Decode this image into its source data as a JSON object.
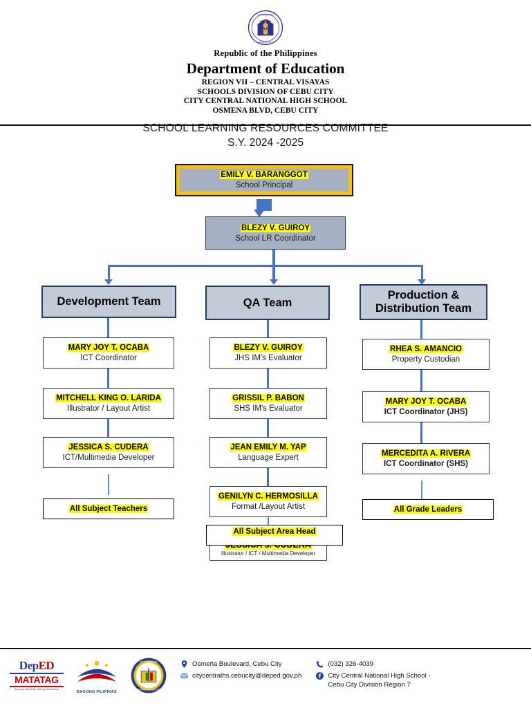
{
  "letterhead": {
    "seal_icon": "deped-seal-icon",
    "republic": "Republic of the Philippines",
    "department": "Department of Education",
    "line1": "REGION VII – CENTRAL VISAYAS",
    "line2": "SCHOOLS DIVISION OF CEBU CITY",
    "line3": "CITY CENTRAL NATIONAL HIGH SCHOOL",
    "line4": "OSMENA BLVD, CEBU CITY"
  },
  "chart_title": "SCHOOL LEARNING RESOURCES COMMITTEE",
  "school_year": "S.Y. 2024 -2025",
  "org": {
    "principal": {
      "name": "EMILY V. BARANGGOT",
      "role": "School Principal"
    },
    "lr_coordinator": {
      "name": "BLEZY V. GUIROY",
      "role": "School LR Coordinator"
    },
    "teams": [
      {
        "header": "Development Team",
        "members": [
          {
            "name": "MARY JOY T. OCABA",
            "role": "ICT Coordinator"
          },
          {
            "name": "MITCHELL KING O. LARIDA",
            "role": "Illustrator / Layout Artist"
          },
          {
            "name": "JESSICA S. CUDERA",
            "role": "ICT/Multimedia Developer"
          }
        ],
        "footer_box": "All Subject Teachers"
      },
      {
        "header": "QA Team",
        "members": [
          {
            "name": "BLEZY V. GUIROY",
            "role": "JHS IM's Evaluator"
          },
          {
            "name": "GRISSIL P. BABON",
            "role": "SHS IM's Evaluator"
          },
          {
            "name": "JEAN EMILY M. YAP",
            "role": "Language Expert"
          },
          {
            "name": "GENILYN C. HERMOSILLA",
            "role": "Format /Layout Artist"
          }
        ],
        "footer_box": "All Subject Area Head",
        "extra_box": {
          "name": "JESSICA s. CUDERA",
          "role": "Illustrator / ICT / Multimedia Developer"
        }
      },
      {
        "header": "Production & Distribution Team",
        "header_line1": "Production &",
        "header_line2": "Distribution Team",
        "members": [
          {
            "name": "RHEA S. AMANCIO",
            "role": "Property Custodian"
          },
          {
            "name": "MARY JOY T. OCABA",
            "role": "ICT Coordinator (JHS)"
          },
          {
            "name": "MERCEDITA A. RIVERA",
            "role": "ICT Coordinator (SHS)"
          }
        ],
        "footer_box": "All Grade Leaders"
      }
    ]
  },
  "footer": {
    "logos": [
      {
        "icon": "deped-matatag-logo",
        "line1": "DepED",
        "line2": "MATATAG",
        "tagline": "Bansang Makabata, Batang Makabansa"
      },
      {
        "icon": "bagong-pilipinas-logo",
        "label": "BAGONG PILIPINAS"
      },
      {
        "icon": "city-central-school-seal-icon"
      }
    ],
    "contacts": [
      {
        "icon": "location-pin-icon",
        "text": "Osmeña Boulevard, Cebu City"
      },
      {
        "icon": "email-icon",
        "text": "citycentralhs.cebucity@deped.gov.ph"
      },
      {
        "icon": "phone-icon",
        "text": "(032) 326-4039"
      },
      {
        "icon": "facebook-icon",
        "text": "City Central National High School -",
        "text2": "Cebu City Division Region 7"
      }
    ]
  },
  "colors": {
    "node_border": "#1f3864",
    "grey_fill": "#a6b0c3",
    "team_fill": "#c4cbd8",
    "gold": "#ffc000",
    "highlight": "#ffff00",
    "connector": "#4472c4"
  }
}
